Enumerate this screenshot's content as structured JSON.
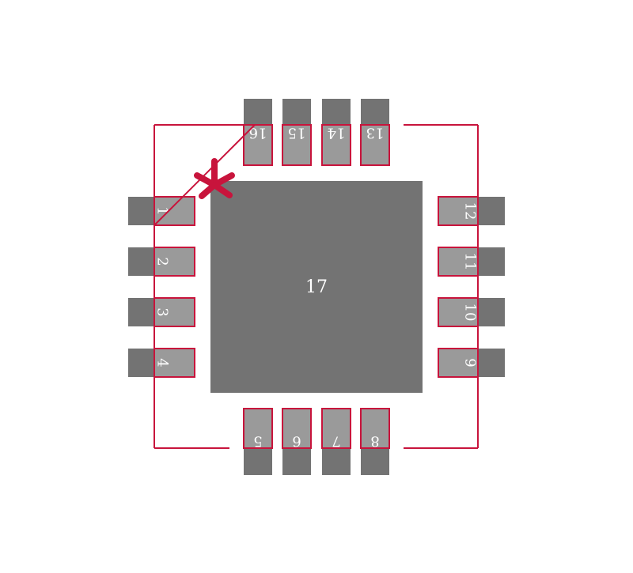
{
  "colors": {
    "background": "#ffffff",
    "pad_fill": "#9a9a9a",
    "pad_dark": "#737373",
    "outline": "#c8143c",
    "label_text": "#ffffff"
  },
  "package": {
    "exposed_pad_label": "17",
    "pin1_marker_icon": "asterisk-icon",
    "pins_left": [
      "1",
      "2",
      "3",
      "4"
    ],
    "pins_bottom": [
      "5",
      "6",
      "7",
      "8"
    ],
    "pins_right": [
      "9",
      "10",
      "11",
      "12"
    ],
    "pins_top": [
      "13",
      "14",
      "15",
      "16"
    ]
  }
}
